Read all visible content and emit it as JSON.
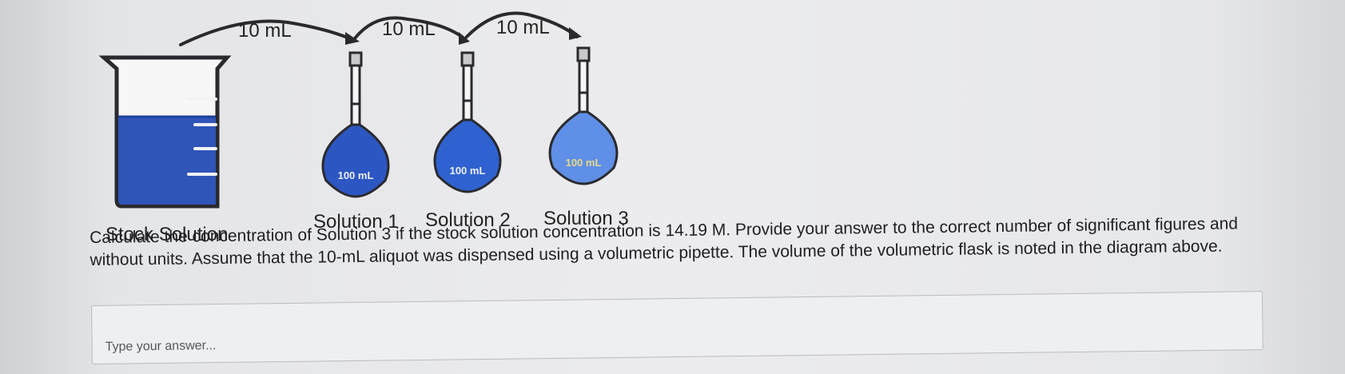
{
  "diagram": {
    "transfer_labels": [
      "10 mL",
      "10 mL",
      "10 mL"
    ],
    "flask_volume_labels": [
      "100 mL",
      "100 mL",
      "100 mL"
    ],
    "container_labels": [
      "Stock Solution",
      "Solution 1",
      "Solution 2",
      "Solution 3"
    ],
    "colors": {
      "stock": "#2f55b8",
      "solution1": "#2c56c2",
      "solution2": "#2f62d0",
      "solution3": "#5f8fe6",
      "outline": "#2a2a2e"
    }
  },
  "question": {
    "text": "Calculate the concentration of Solution 3 if the stock solution concentration is 14.19 M. Provide your answer to the correct number of significant figures and without units. Assume that the 10-mL aliquot was dispensed using a volumetric pipette. The volume of the volumetric flask is noted in the diagram above."
  },
  "answer": {
    "placeholder": "Type your answer..."
  }
}
